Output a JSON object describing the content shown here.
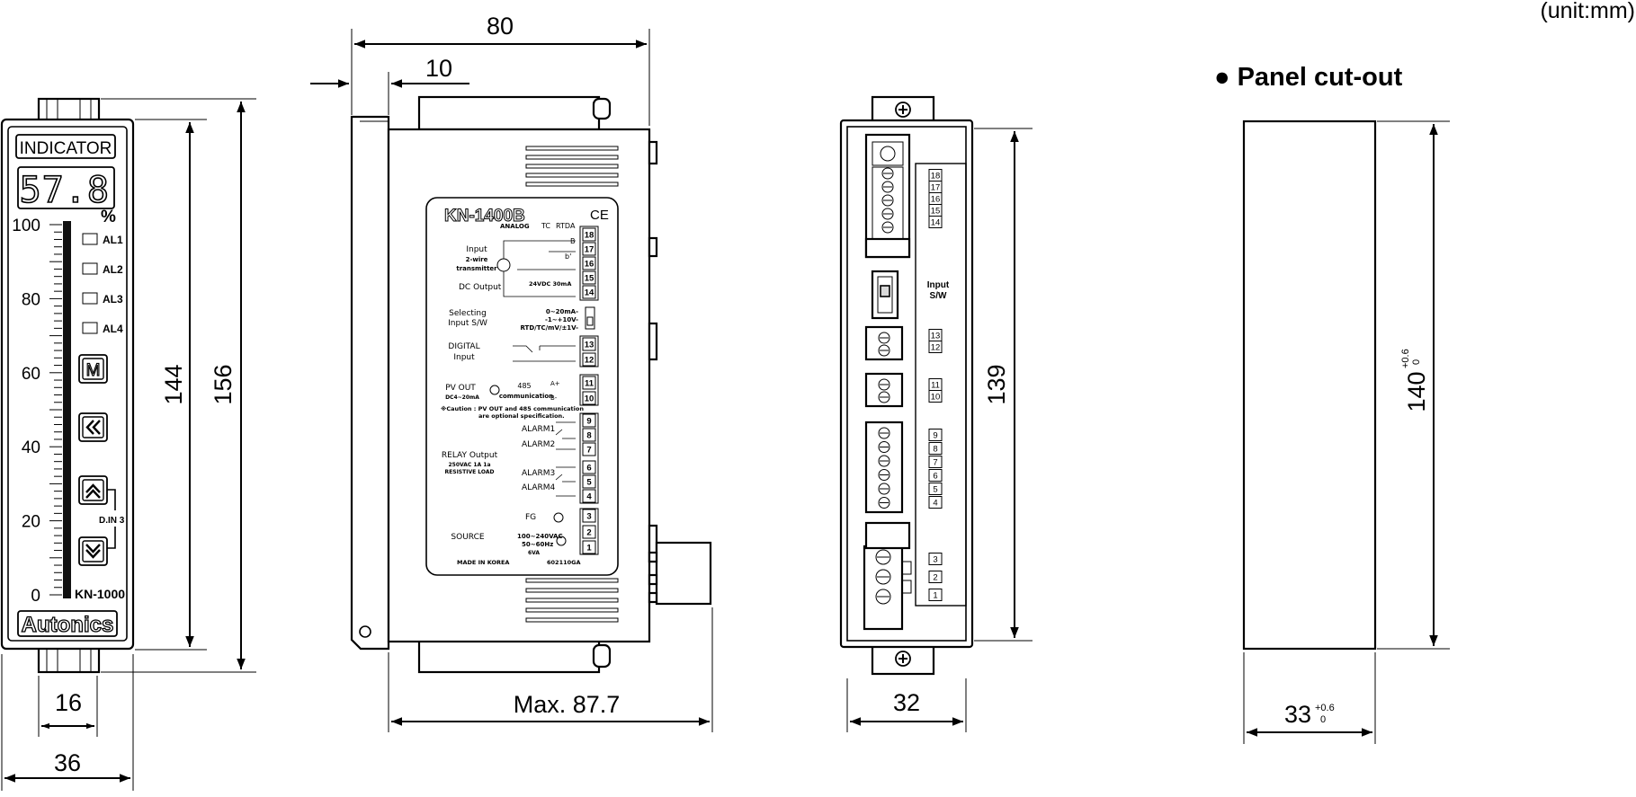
{
  "unit_label": "(unit:mm)",
  "front": {
    "title": "INDICATOR",
    "display_value": "57.8",
    "percent_sign": "%",
    "scale": [
      "100",
      "80",
      "60",
      "40",
      "20",
      "0"
    ],
    "alarms": [
      "AL1",
      "AL2",
      "AL3",
      "AL4"
    ],
    "mode_key": "M",
    "shift_key": "«",
    "up_key": "^",
    "down_key": "v",
    "din_label": "D.IN 3",
    "model": "KN-1000",
    "brand": "Autonics"
  },
  "side": {
    "model": "KN-1400B",
    "ce_mark": "CE",
    "header": {
      "analog": "ANALOG",
      "tc": "TC",
      "rtd": "RTD",
      "a": "A",
      "b": "B",
      "b2": "b'"
    },
    "input_label": "Input",
    "input_sub1": "2-wire",
    "input_sub2": "transmitter",
    "dc_output": "DC Output",
    "supply": "24VDC 30mA",
    "selecting": "Selecting",
    "selecting2": "Input S/W",
    "range1": "0~20mA-",
    "range2": "-1~+10V-",
    "range3": "RTD/TC/mV/±1V-",
    "digital": "DIGITAL",
    "digital2": "Input",
    "pv_out": "PV OUT",
    "pv_out_sub": "DC4~20mA",
    "comm": "485",
    "comm2": "communication",
    "a_plus": "A+",
    "b_minus": "B-",
    "caution1": "※Caution : PV OUT and 485 communication",
    "caution2": "are optional specification.",
    "alarm1": "ALARM1",
    "alarm2": "ALARM2",
    "alarm3": "ALARM3",
    "alarm4": "ALARM4",
    "relay": "RELAY Output",
    "relay_sub1": "250VAC 1A 1a",
    "relay_sub2": "RESISTIVE LOAD",
    "fg": "FG",
    "source": "SOURCE",
    "source_v": "100~240VAC",
    "source_hz": "50~60Hz",
    "source_va": "6VA",
    "made_in": "MADE IN KOREA",
    "code": "602110GA",
    "terminals": [
      "18",
      "17",
      "16",
      "15",
      "14",
      "13",
      "12",
      "11",
      "10",
      "9",
      "8",
      "7",
      "6",
      "5",
      "4",
      "3",
      "2",
      "1"
    ]
  },
  "rear": {
    "input_sw": "Input",
    "input_sw2": "S/W",
    "terminals_top": [
      "18",
      "17",
      "16",
      "15",
      "14"
    ],
    "terminals_mid1": [
      "13",
      "12"
    ],
    "terminals_mid2": [
      "11",
      "10"
    ],
    "terminals_relay": [
      "9",
      "8",
      "7",
      "6",
      "5",
      "4"
    ],
    "terminals_power": [
      "3",
      "2",
      "1"
    ]
  },
  "cutout": {
    "title": "● Panel cut-out",
    "width_value": "33",
    "width_tol_plus": "+0.6",
    "width_tol_minus": "0",
    "height_value": "140",
    "height_tol_plus": "+0.6",
    "height_tol_minus": "0"
  },
  "dimensions": {
    "front_width": "36",
    "front_inner_width": "16",
    "front_height_inner": "144",
    "front_height_outer": "156",
    "side_depth": "80",
    "side_bezel": "10",
    "side_max": "Max. 87.7",
    "rear_height": "139",
    "rear_width": "32"
  }
}
